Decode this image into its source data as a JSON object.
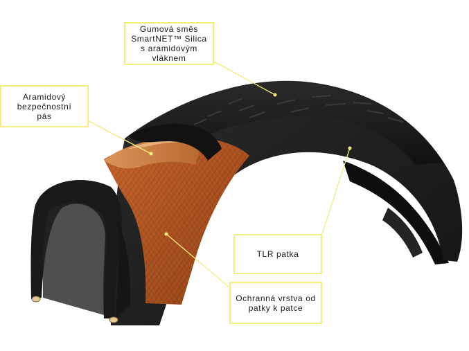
{
  "colors": {
    "callout_border": "#f2ee7a",
    "leader_line": "#f2ee7a",
    "tire_rubber": "#1c1c1c",
    "casing_orange": "#b5561c",
    "aramid_belt": "#c77a3a",
    "bead_tip": "#e8c996"
  },
  "callouts": {
    "rubber": {
      "lines": [
        "Gumová směs",
        "SmartNET™ Silica",
        "s aramidovým",
        "vláknem"
      ]
    },
    "belt": {
      "lines": [
        "Aramidový",
        "bezpečnostní",
        "pás"
      ]
    },
    "tlr": {
      "lines": [
        "TLR patka"
      ]
    },
    "protection": {
      "lines": [
        "Ochranná vrstva od",
        "patky k patce"
      ]
    }
  }
}
